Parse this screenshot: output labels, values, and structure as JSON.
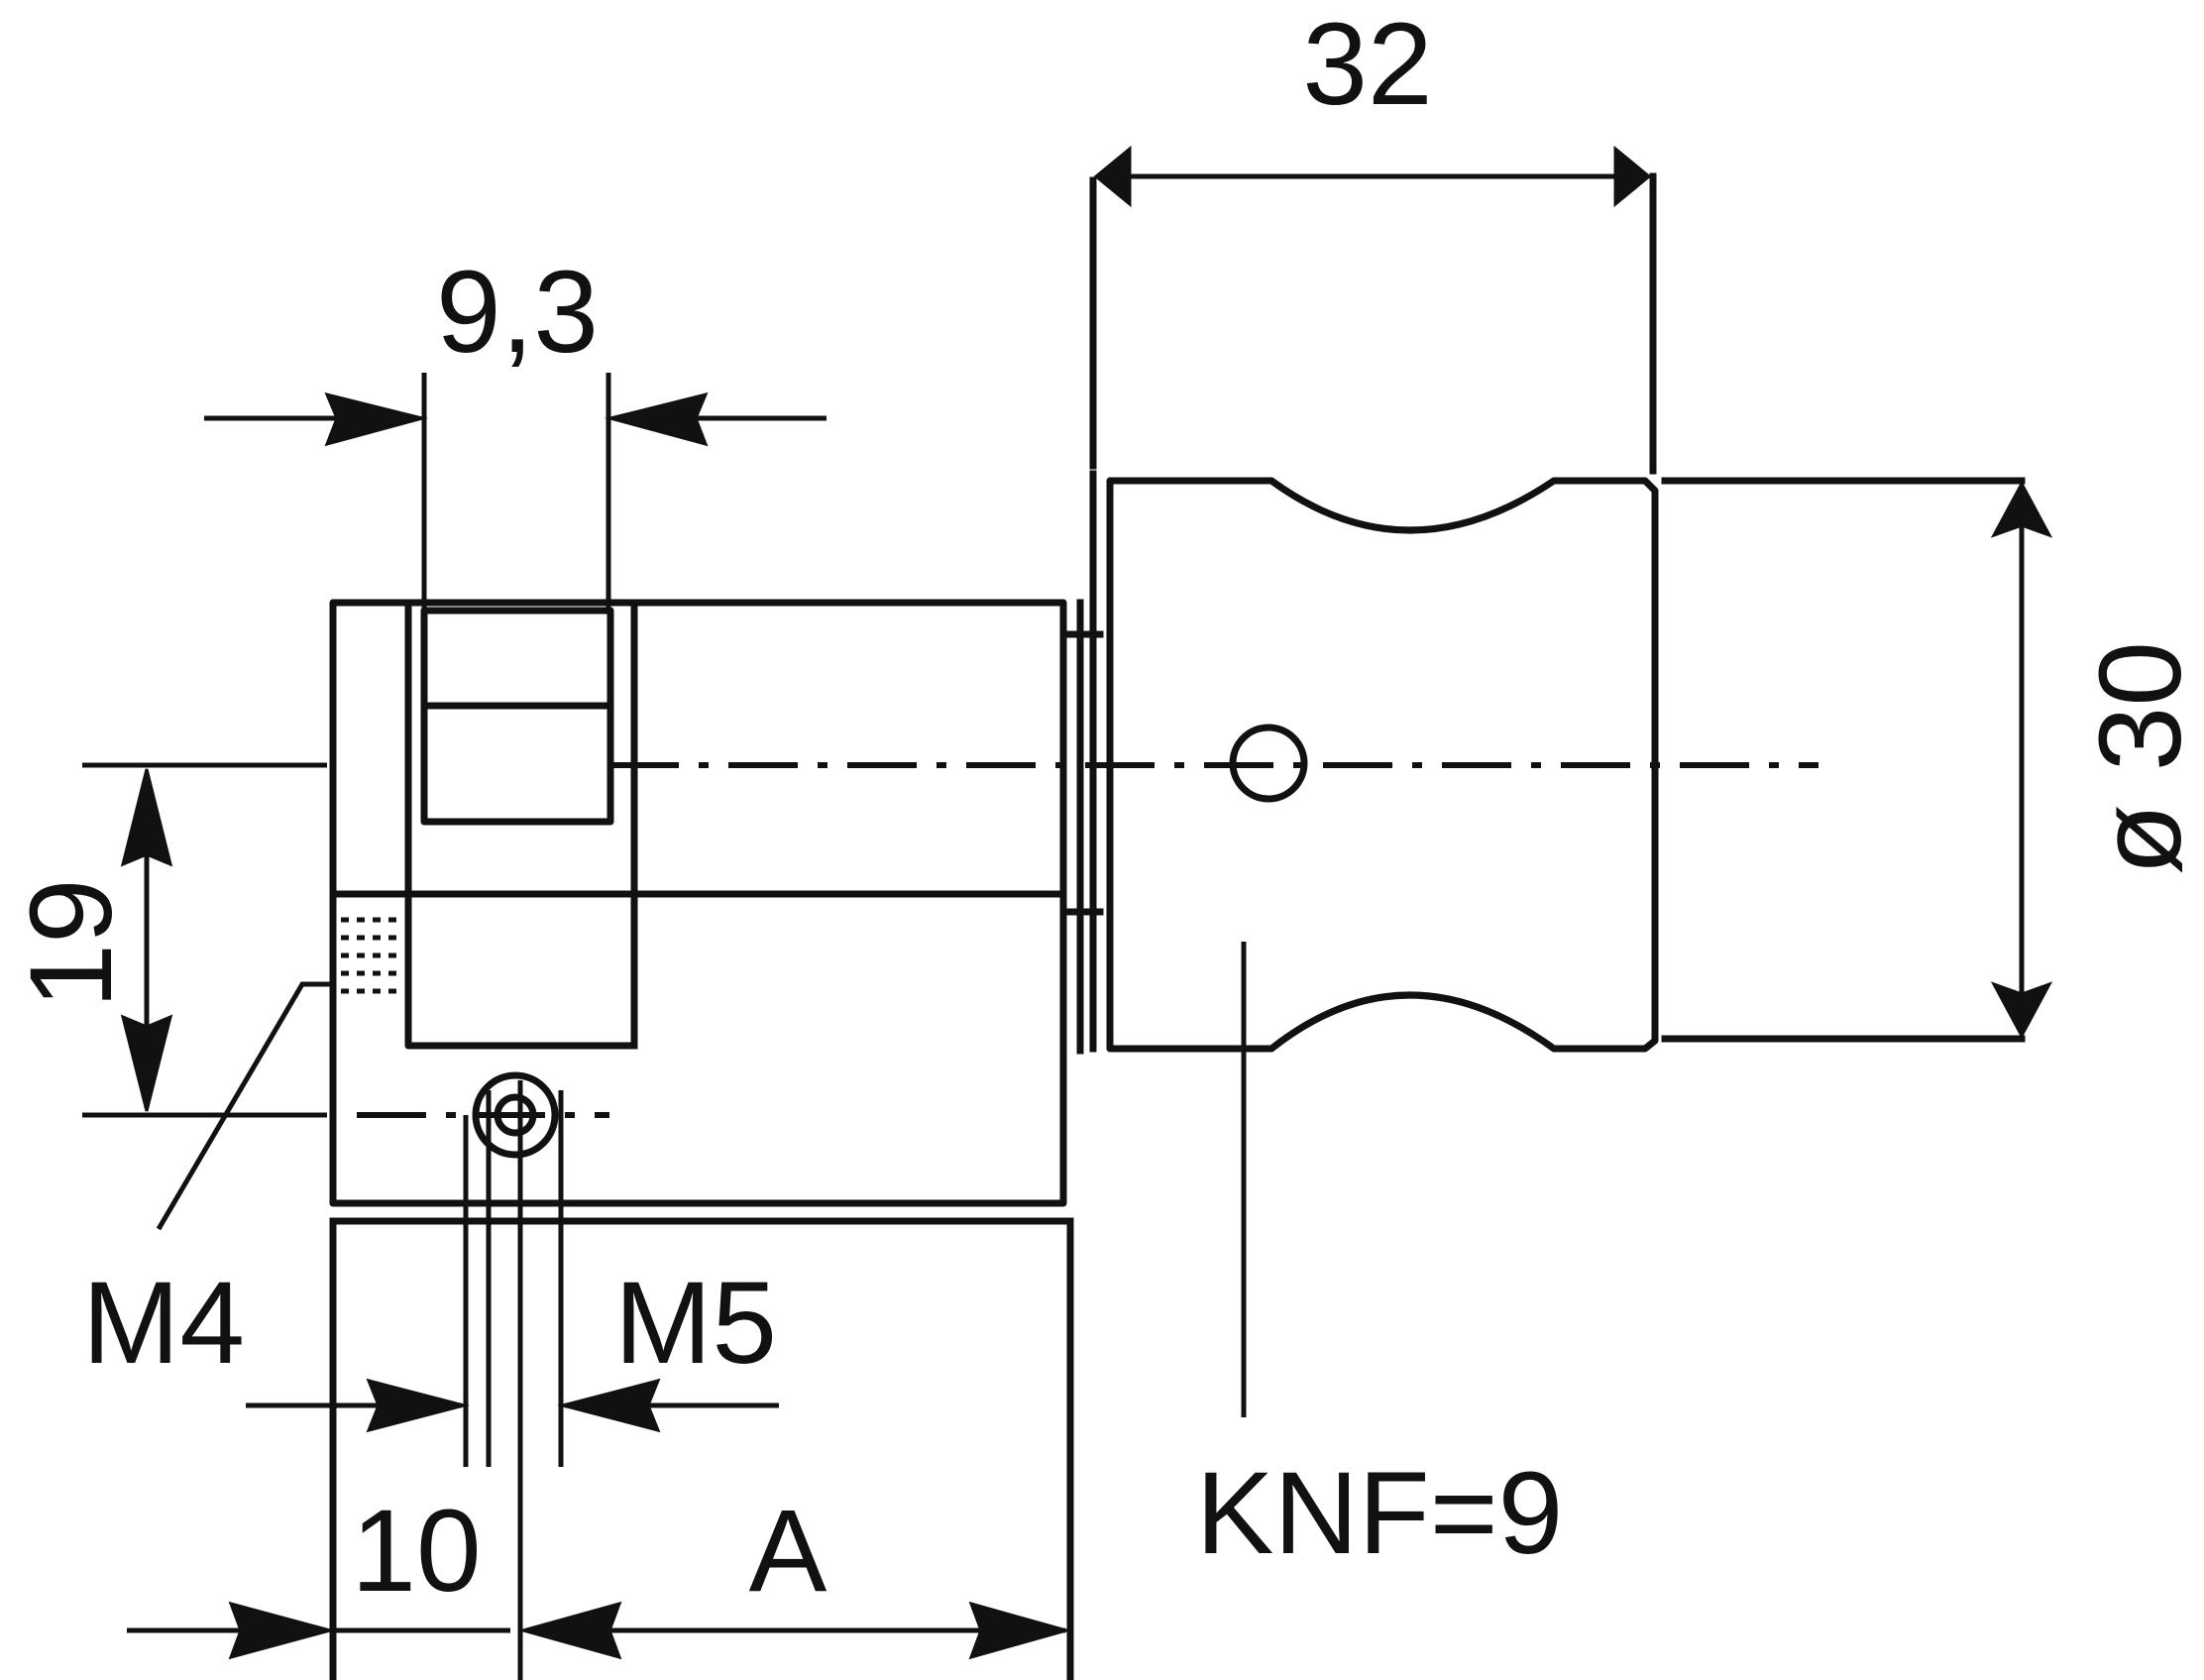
{
  "drawing": {
    "labels": {
      "dim_32": "32",
      "dim_9_3": "9,3",
      "dim_19": "19",
      "dim_dia_30": "ø 30",
      "thread_m4": "M4",
      "thread_m5": "M5",
      "dim_10": "10",
      "dim_a": "A",
      "knf": "KNF=9"
    },
    "line_color": "#111111",
    "background_color": "#ffffff"
  }
}
